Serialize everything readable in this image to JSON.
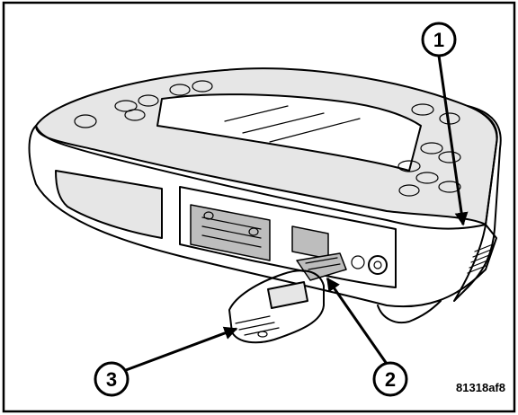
{
  "callouts": [
    {
      "id": "1",
      "label": "1"
    },
    {
      "id": "2",
      "label": "2"
    },
    {
      "id": "3",
      "label": "3"
    }
  ],
  "figure_code": "81318af8",
  "colors": {
    "ink": "#000000",
    "paper": "#ffffff",
    "shade": "#e6e6e6"
  }
}
